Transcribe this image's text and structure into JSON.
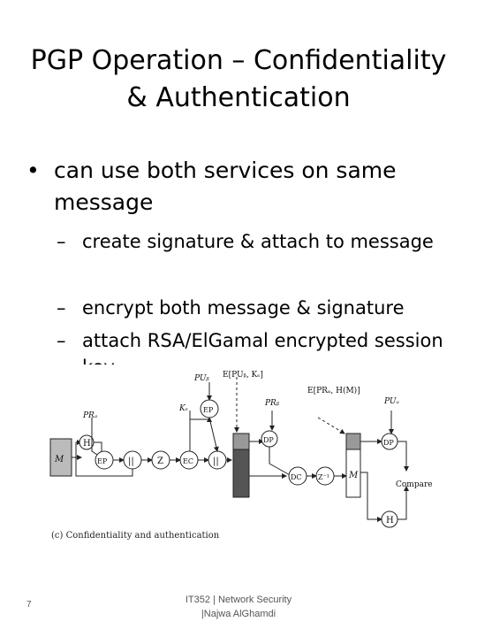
{
  "slide": {
    "title": "PGP Operation – Confidentiality & Authentication",
    "bullet": {
      "symbol": "•",
      "text": "can use both services on same message"
    },
    "sub_bullets": [
      {
        "dash": "–",
        "text": "create signature & attach to message"
      },
      {
        "dash": "–",
        "text": "encrypt both message & signature"
      },
      {
        "dash": "–",
        "text": "attach RSA/ElGamal encrypted session key"
      }
    ],
    "diagram": {
      "caption": "(c) Confidentiality and authentication",
      "labels": {
        "M": "M",
        "H": "H",
        "EP": "EP",
        "Z": "Z",
        "EC": "EC",
        "DP": "DP",
        "DC": "DC",
        "Zinv": "Z⁻¹",
        "compare": "Compare",
        "PRa": "PRₐ",
        "PUb": "PUᵦ",
        "PRb": "PRᵦ",
        "PUa": "PUₐ",
        "Ks": "Kₛ",
        "concat": "||",
        "E_PUb_Ks": "E[PUᵦ, Kₛ]",
        "E_PRa_H": "E[PRₐ, H(M)]"
      }
    },
    "footer": {
      "page": "7",
      "line1": "IT352 | Network Security",
      "line2": "|Najwa AlGhamdi"
    }
  }
}
